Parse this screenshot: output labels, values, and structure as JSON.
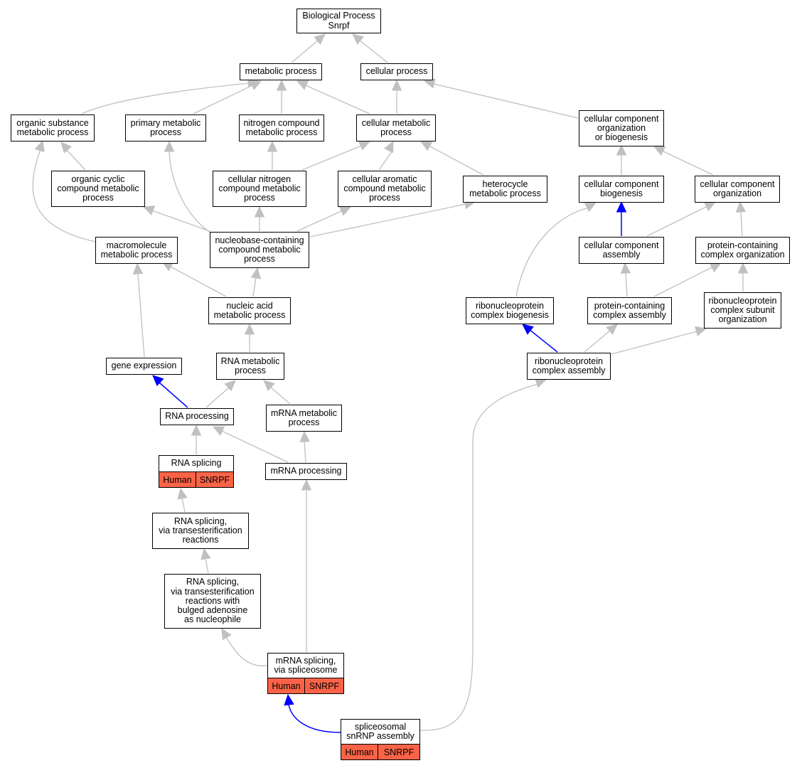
{
  "colors": {
    "edge_gray": "#c0c0c0",
    "edge_blue": "#0000ff",
    "annotation_fill": "#fa6347",
    "border": "#000000"
  },
  "nodes": {
    "bp": {
      "label": "Biological Process\nSnrpf"
    },
    "metabolic": {
      "label": "metabolic process"
    },
    "cellular": {
      "label": "cellular process"
    },
    "organic_substance": {
      "label": "organic substance\nmetabolic process"
    },
    "primary": {
      "label": "primary metabolic\nprocess"
    },
    "nitrogen": {
      "label": "nitrogen compound\nmetabolic process"
    },
    "cell_metabolic": {
      "label": "cellular metabolic\nprocess"
    },
    "ccob": {
      "label": "cellular component\norganization\nor biogenesis"
    },
    "organic_cyclic": {
      "label": "organic cyclic\ncompound metabolic\nprocess"
    },
    "cell_nitrogen": {
      "label": "cellular nitrogen\ncompound metabolic\nprocess"
    },
    "cell_aromatic": {
      "label": "cellular aromatic\ncompound metabolic\nprocess"
    },
    "heterocycle": {
      "label": "heterocycle\nmetabolic process"
    },
    "cc_biogenesis": {
      "label": "cellular component\nbiogenesis"
    },
    "cc_organization": {
      "label": "cellular component\norganization"
    },
    "macromolecule": {
      "label": "macromolecule\nmetabolic process"
    },
    "nucleobase": {
      "label": "nucleobase-containing\ncompound metabolic\nprocess"
    },
    "cc_assembly": {
      "label": "cellular component\nassembly"
    },
    "pc_organization": {
      "label": "protein-containing\ncomplex organization"
    },
    "nucleic_acid": {
      "label": "nucleic acid\nmetabolic process"
    },
    "rnp_biogenesis": {
      "label": "ribonucleoprotein\ncomplex biogenesis"
    },
    "pc_assembly": {
      "label": "protein-containing\ncomplex assembly"
    },
    "rnp_subunit": {
      "label": "ribonucleoprotein\ncomplex subunit\norganization"
    },
    "gene_expression": {
      "label": "gene expression"
    },
    "rna_metabolic": {
      "label": "RNA metabolic\nprocess"
    },
    "rnp_assembly": {
      "label": "ribonucleoprotein\ncomplex assembly"
    },
    "rna_processing": {
      "label": "RNA processing"
    },
    "mrna_metabolic": {
      "label": "mRNA metabolic\nprocess"
    },
    "rna_splicing": {
      "label": "RNA splicing",
      "species": "Human",
      "gene": "SNRPF"
    },
    "mrna_processing": {
      "label": "mRNA processing"
    },
    "rna_splicing_trans": {
      "label": "RNA splicing,\nvia transesterification\nreactions"
    },
    "rna_splicing_bulged": {
      "label": "RNA splicing,\nvia transesterification\nreactions with\nbulged adenosine\nas nucleophile"
    },
    "mrna_splicing": {
      "label": "mRNA splicing,\nvia spliceosome",
      "species": "Human",
      "gene": "SNRPF"
    },
    "snrnp": {
      "label": "spliceosomal\nsnRNP assembly",
      "species": "Human",
      "gene": "SNRPF"
    }
  }
}
